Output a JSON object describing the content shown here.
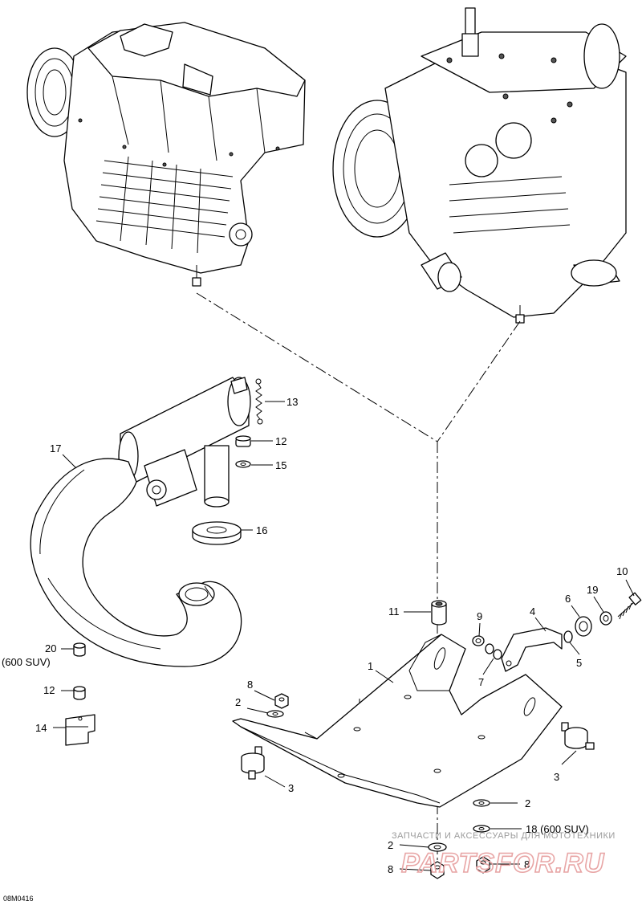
{
  "diagram_code": "08M0416",
  "callouts": {
    "c1": "1",
    "c2a": "2",
    "c2b": "2",
    "c2c": "2",
    "c3a": "3",
    "c3b": "3",
    "c4": "4",
    "c5": "5",
    "c6": "6",
    "c7": "7",
    "c8a": "8",
    "c8b": "8",
    "c8c": "8",
    "c9": "9",
    "c10": "10",
    "c11": "11",
    "c12a": "12",
    "c12b": "12",
    "c13": "13",
    "c14": "14",
    "c15": "15",
    "c16": "16",
    "c17": "17",
    "c18": "18 (600 SUV)",
    "c19": "19",
    "c20": "20",
    "c20note": "(600 SUV)"
  },
  "watermark": {
    "line1": "ЗАПЧАСТИ И АКСЕССУАРЫ ДЛЯ МОТОТЕХНИКИ",
    "line2": "PARTSFOR.RU"
  }
}
